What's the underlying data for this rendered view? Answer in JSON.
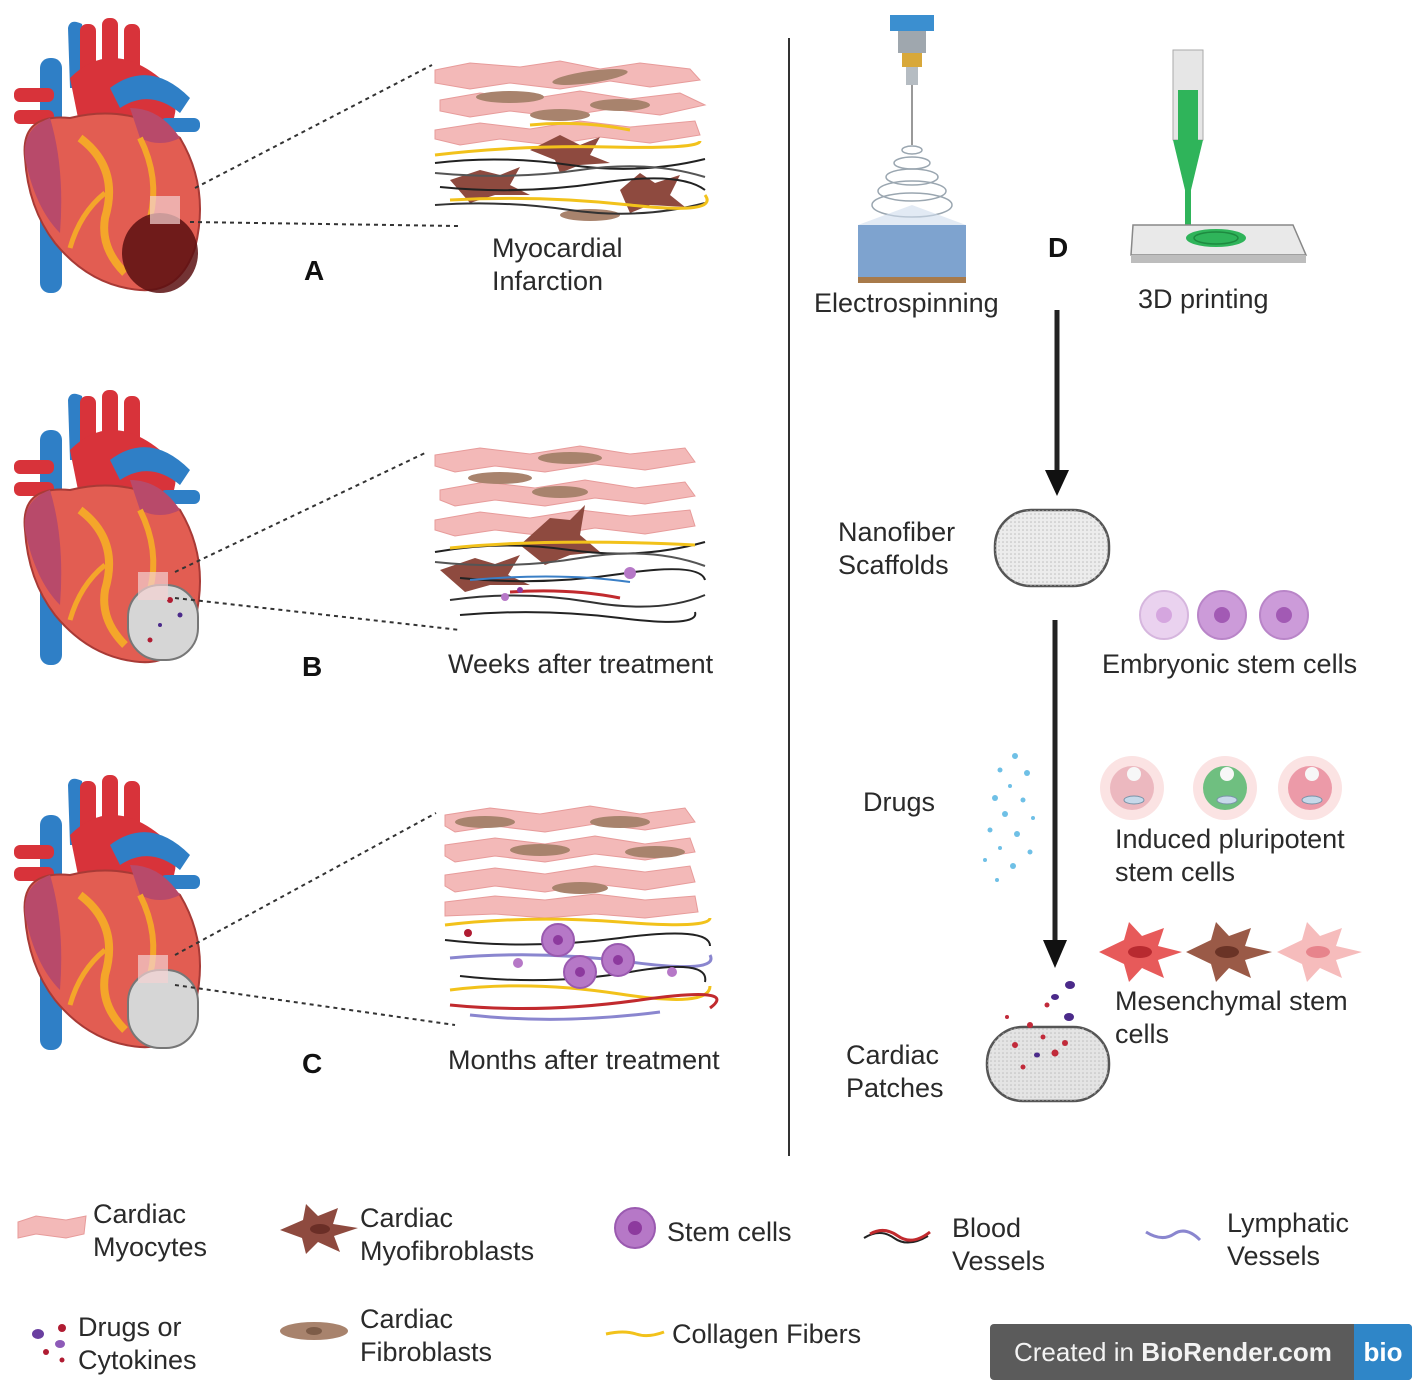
{
  "panels": {
    "a": {
      "letter": "A",
      "caption": "Myocardial\nInfarction"
    },
    "b": {
      "letter": "B",
      "caption": "Weeks after treatment"
    },
    "c": {
      "letter": "C",
      "caption": "Months after treatment"
    },
    "d": {
      "letter": "D",
      "electrospinning": "Electrospinning",
      "printing": "3D printing",
      "scaffolds": "Nanofiber\nScaffolds",
      "esc": "Embryonic stem cells",
      "drugs": "Drugs",
      "ipsc": "Induced pluripotent\nstem cells",
      "msc": "Mesenchymal stem\ncells",
      "patches": "Cardiac\nPatches"
    }
  },
  "legend": {
    "myocytes": "Cardiac\nMyocytes",
    "myofibroblasts": "Cardiac\nMyofibroblasts",
    "stem": "Stem cells",
    "blood": "Blood\nVessels",
    "lymph": "Lymphatic\nVessels",
    "drugs": "Drugs or\nCytokines",
    "fibroblasts": "Cardiac\nFibroblasts",
    "collagen": "Collagen Fibers"
  },
  "branding": {
    "prefix": "Created in ",
    "name": "BioRender.com",
    "logo": "bio"
  },
  "colors": {
    "artery_red": "#d8333a",
    "vein_blue": "#2f7fc6",
    "muscle": "#e25d52",
    "myocyte_pink": "#f3b9b8",
    "fibroblast_brown": "#a8836d",
    "myofibroblast": "#8e4a3f",
    "collagen": "#f2c21b",
    "stem_purple": "#b678c7",
    "lymph": "#8a86cf",
    "print_green": "#2fb45a"
  }
}
